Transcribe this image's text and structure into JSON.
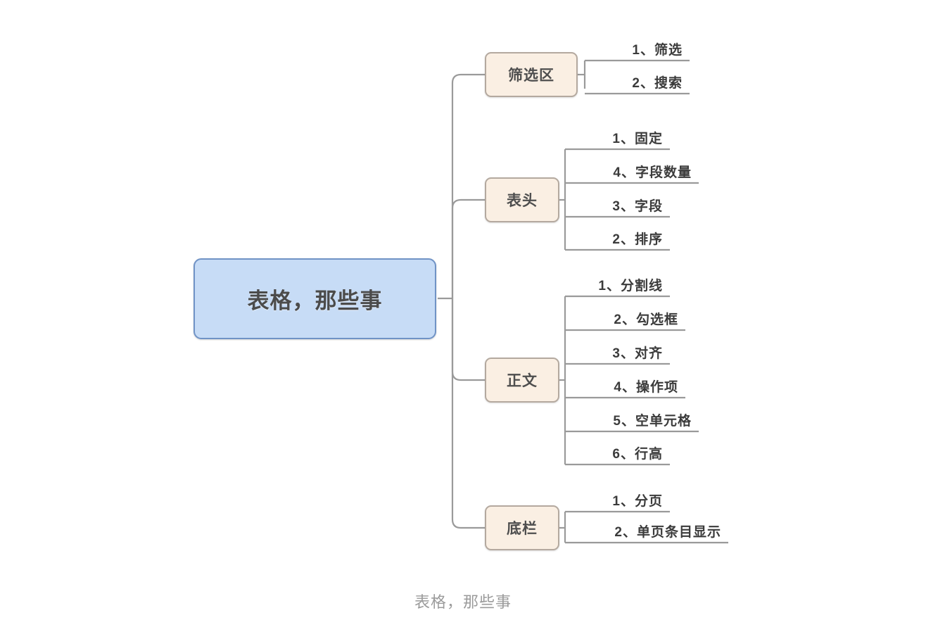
{
  "diagram": {
    "type": "mind-map",
    "title": "表格，那些事",
    "footer_caption": "表格，那些事",
    "colors": {
      "background": "#ffffff",
      "root_fill": "#c7dcf6",
      "root_border": "#7093c6",
      "branch_fill": "#faefe3",
      "branch_border": "#b4a99f",
      "connector_line": "#9a9a9a",
      "root_text": "#4b4b4b",
      "branch_text": "#4e4e4e",
      "leaf_text": "#3b3b3b",
      "footer_text": "#9b9b9b"
    },
    "root": {
      "label": "表格，那些事"
    },
    "branches": [
      {
        "label": "筛选区",
        "children": [
          {
            "label": "1、筛选"
          },
          {
            "label": "2、搜索"
          }
        ]
      },
      {
        "label": "表头",
        "children": [
          {
            "label": "1、固定"
          },
          {
            "label": "4、字段数量"
          },
          {
            "label": "3、字段"
          },
          {
            "label": "2、排序"
          }
        ]
      },
      {
        "label": "正文",
        "children": [
          {
            "label": "1、分割线"
          },
          {
            "label": "2、勾选框"
          },
          {
            "label": "3、对齐"
          },
          {
            "label": "4、操作项"
          },
          {
            "label": "5、空单元格"
          },
          {
            "label": "6、行高"
          }
        ]
      },
      {
        "label": "底栏",
        "children": [
          {
            "label": "1、分页"
          },
          {
            "label": "2、单页条目显示"
          }
        ]
      }
    ]
  }
}
